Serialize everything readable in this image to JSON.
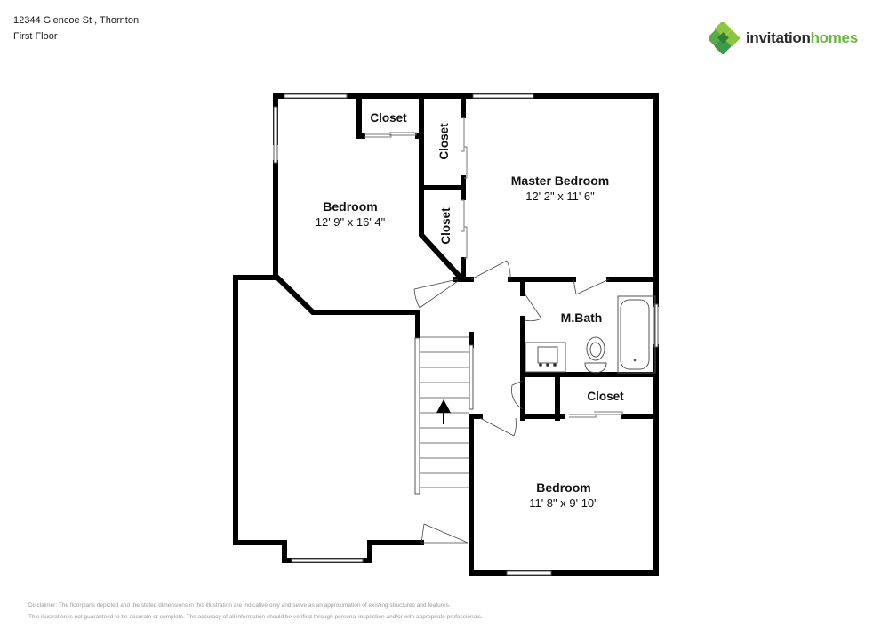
{
  "header": {
    "address": "12344 Glencoe St , Thornton",
    "floor": "First Floor"
  },
  "logo": {
    "word1": "invitation",
    "word2": "homes",
    "colors": {
      "dark": "#2b2b2b",
      "green": "#6cb33f",
      "green_dark": "#2e8b3e",
      "green_light": "#8cc63f"
    }
  },
  "rooms": {
    "bedroom_nw": {
      "name": "Bedroom",
      "dims": "12' 9\" x 16' 4\""
    },
    "master_bedroom": {
      "name": "Master Bedroom",
      "dims": "12' 2\" x 11' 6\""
    },
    "master_bath": {
      "name": "M.Bath"
    },
    "bedroom_se": {
      "name": "Bedroom",
      "dims": "11' 8\" x 9' 10\""
    },
    "closet_top": {
      "name": "Closet"
    },
    "closet_master_upper": {
      "name": "Closet"
    },
    "closet_master_lower": {
      "name": "Closet"
    },
    "closet_se": {
      "name": "Closet"
    }
  },
  "stairs": {
    "direction": "up",
    "icon": "arrow-up-icon"
  },
  "disclaimer": {
    "line1": "Disclaimer: The floorplans depicted and the stated dimensions in this illustration are indicative only and serve as an approximation of existing structures and features.",
    "line2": "This illustration is not guaranteed to be accurate or complete. The accuracy of all information should be verified through personal inspection and/or with appropriate professionals."
  }
}
